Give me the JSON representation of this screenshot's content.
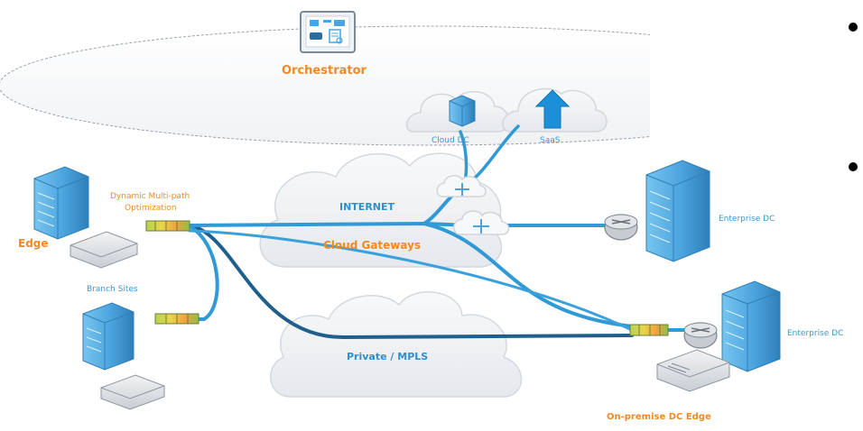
{
  "labels": {
    "orchestrator": "Orchestrator",
    "cloud_dc": "Cloud DC",
    "saas": "SaaS",
    "internet": "INTERNET",
    "cloud_gateways": "Cloud Gateways",
    "private_mpls": "Private / MPLS",
    "edge": "Edge",
    "branch_sites": "Branch Sites",
    "dynamic_multipath_line1": "Dynamic Multi-path",
    "dynamic_multipath_line2": "Optimization",
    "enterprise_dc_top": "Enterprise DC",
    "enterprise_dc_bottom": "Enterprise DC",
    "onprem_dc_edge": "On-premise DC Edge"
  },
  "colors": {
    "accent_orange": "#f08a24",
    "link_blue": "#2f9ad6",
    "link_dark_blue": "#1f5f8b",
    "cloud_fill": "#f1f2f4",
    "cloud_stroke": "#d7dbe0",
    "server_blue": "#5fb0e4"
  },
  "icons": [
    "orchestrator-console-icon",
    "cloud-dc-server-icon",
    "saas-upload-arrow-icon",
    "gateway-router-icon",
    "edge-server-icon",
    "edge-appliance-icon",
    "branch-server-icon",
    "branch-appliance-icon",
    "enterprise-router-icon",
    "enterprise-server-icon",
    "onprem-appliance-icon"
  ]
}
